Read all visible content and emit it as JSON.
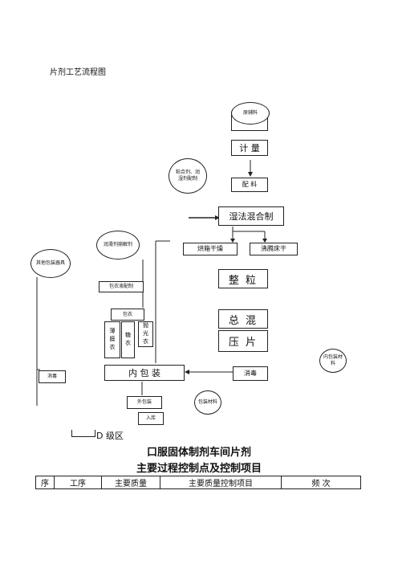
{
  "page_title": "片剂工艺流程图",
  "nodes": {
    "raw_materials": "原辅料",
    "weighing": "计 量",
    "binder_prep": "粘合剂、润湿剂配制",
    "batching": "配 料",
    "wet_mix": "湿法混合制",
    "lubricant_prep": "润滑剂崩解剂",
    "other_packaging": "其他包装器具",
    "granulate": "烘箱干燥",
    "fluid_dry": "沸腾床干",
    "sizing": "整 粒",
    "coating_prep": "包衣液配制",
    "coating": "包衣",
    "film_coat": "薄膜衣",
    "sugar_coat": "糖衣",
    "gloss_coat": "抛光衣",
    "total_mix": "总 混",
    "tablet_press": "压 片",
    "inner_pack_material": "内包装材料",
    "disinfect": "消毒",
    "inner_pack": "内 包 装",
    "sterilize": "消毒",
    "packaging_material": "包装材料",
    "outer_pack": "外包装",
    "warehouse": "入库"
  },
  "legend": {
    "zone_label": "D 级区"
  },
  "heading": {
    "line1": "口服固体制剂车间片剂",
    "line2": "主要过程控制点及控制项目"
  },
  "table": {
    "headers": [
      "序",
      "工序",
      "主要质量",
      "主要质量控制项目",
      "频 次"
    ]
  }
}
